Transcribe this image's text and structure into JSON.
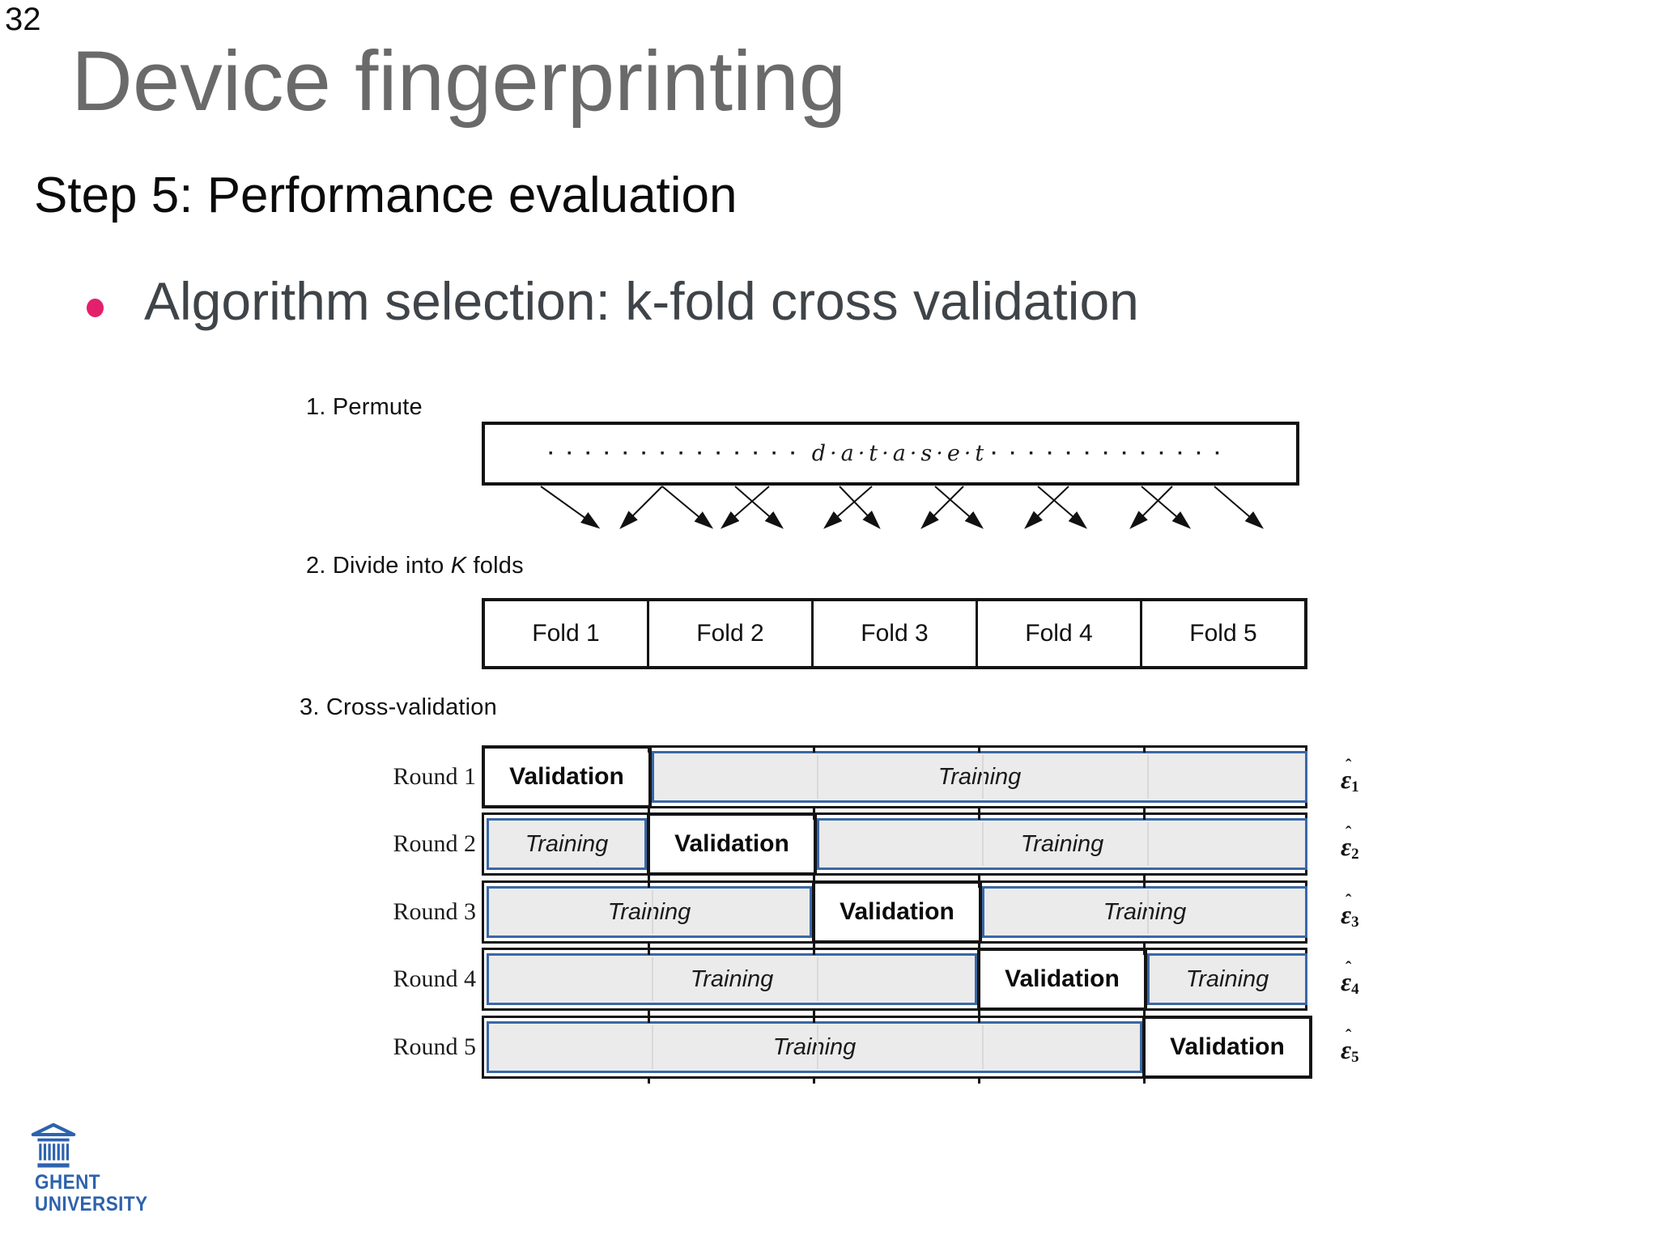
{
  "slide": {
    "page_number": "32",
    "title": "Device fingerprinting",
    "subtitle": "Step 5: Performance evaluation",
    "bullet_text": "Algorithm selection: k-fold cross validation"
  },
  "colors": {
    "accent_pink": "#e3206b",
    "title_gray": "#6a6a6a",
    "body_text": "#3f4449",
    "training_border_blue": "#3a68a6",
    "training_fill": "#ebebeb",
    "ghent_blue": "#2d62ae"
  },
  "diagram": {
    "step1_label": "1. Permute",
    "step2_label_prefix": "2. Divide into ",
    "step2_label_k": "K",
    "step2_label_suffix": " folds",
    "step3_label": "3. Cross-validation",
    "dataset": {
      "dots_left": "··············",
      "word": "d·a·t·a·s·e·t",
      "dots_right": "·············"
    },
    "arrows": [
      {
        "from": 668,
        "to": 738
      },
      {
        "from": 818,
        "to": 768
      },
      {
        "from": 818,
        "to": 878
      },
      {
        "from": 950,
        "to": 893
      },
      {
        "from": 908,
        "to": 965
      },
      {
        "from": 1077,
        "to": 1020
      },
      {
        "from": 1037,
        "to": 1085
      },
      {
        "from": 1190,
        "to": 1140
      },
      {
        "from": 1155,
        "to": 1212
      },
      {
        "from": 1320,
        "to": 1268
      },
      {
        "from": 1282,
        "to": 1340
      },
      {
        "from": 1448,
        "to": 1398
      },
      {
        "from": 1410,
        "to": 1468
      },
      {
        "from": 1500,
        "to": 1558
      }
    ],
    "folds": [
      "Fold 1",
      "Fold 2",
      "Fold 3",
      "Fold 4",
      "Fold 5"
    ],
    "validation_text": "Validation",
    "training_text": "Training",
    "epsilon_hat": "ˆ",
    "epsilon": "ε",
    "rounds": [
      {
        "label": "Round 1",
        "eps_sub": "1",
        "cells": [
          {
            "type": "validation",
            "start": 0,
            "end": 1
          },
          {
            "type": "training",
            "start": 1,
            "end": 5
          }
        ]
      },
      {
        "label": "Round 2",
        "eps_sub": "2",
        "cells": [
          {
            "type": "training",
            "start": 0,
            "end": 1
          },
          {
            "type": "validation",
            "start": 1,
            "end": 2
          },
          {
            "type": "training",
            "start": 2,
            "end": 5
          }
        ]
      },
      {
        "label": "Round 3",
        "eps_sub": "3",
        "cells": [
          {
            "type": "training",
            "start": 0,
            "end": 2
          },
          {
            "type": "validation",
            "start": 2,
            "end": 3
          },
          {
            "type": "training",
            "start": 3,
            "end": 5
          }
        ]
      },
      {
        "label": "Round 4",
        "eps_sub": "4",
        "cells": [
          {
            "type": "training",
            "start": 0,
            "end": 3
          },
          {
            "type": "validation",
            "start": 3,
            "end": 4
          },
          {
            "type": "training",
            "start": 4,
            "end": 5
          }
        ]
      },
      {
        "label": "Round 5",
        "eps_sub": "5",
        "cells": [
          {
            "type": "training",
            "start": 0,
            "end": 4
          },
          {
            "type": "validation",
            "start": 4,
            "end": 5
          }
        ]
      }
    ]
  },
  "footer": {
    "logo_line1": "GHENT",
    "logo_line2": "UNIVERSITY"
  }
}
